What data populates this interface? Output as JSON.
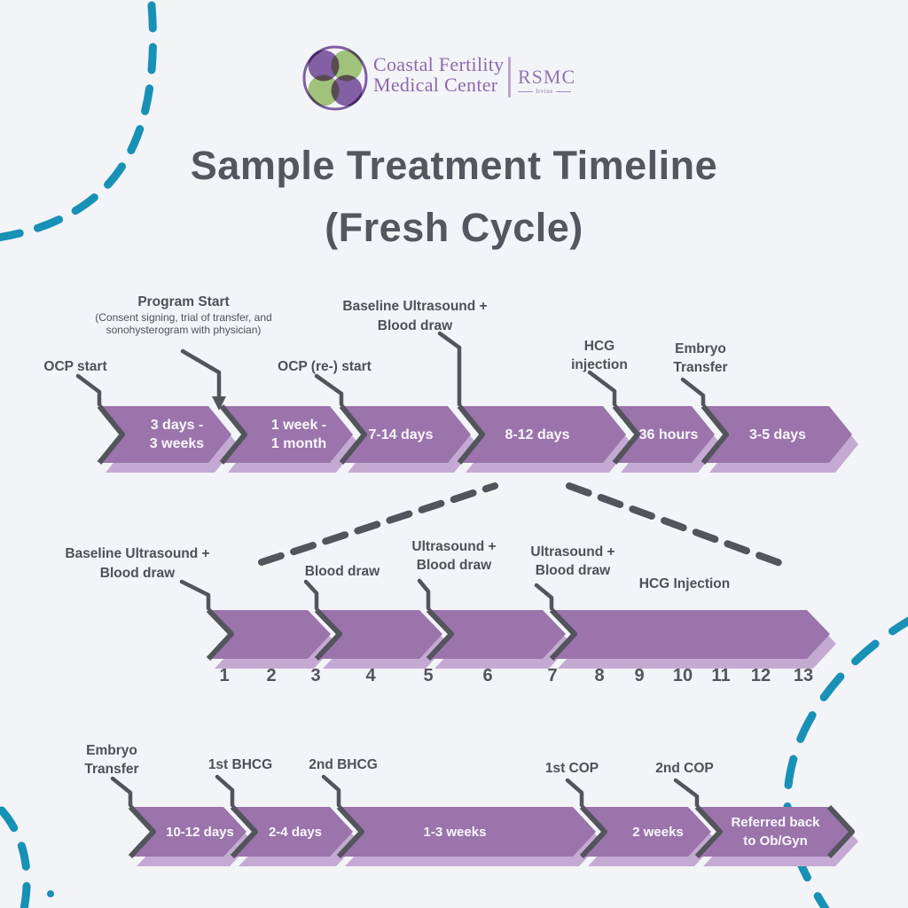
{
  "colors": {
    "background": "#f3f4f8",
    "arrow_purple": "#9b74ac",
    "arrow_shadow": "#c4aad3",
    "line_dark": "#53545c",
    "accent_teal": "#1791b5",
    "logo_purple": "#8b6aa8",
    "logo_green": "#a9cb7d",
    "text_dark": "#55565e",
    "text_white": "#faf7fc"
  },
  "logo": {
    "icon": "clover-flower-icon",
    "name_line1": "Coastal Fertility",
    "name_line2": "Medical Center",
    "brand": "RSMC",
    "brand_sub": "Irvine"
  },
  "title": {
    "line1": "Sample Treatment Timeline",
    "line2": "(Fresh Cycle)"
  },
  "row1": {
    "annotations": {
      "ocp_start": "OCP start",
      "program_start": "Program Start",
      "program_start_note1": "(Consent signing, trial of transfer, and",
      "program_start_note2": "sonohysterogram with physician)",
      "ocp_restart": "OCP (re-) start",
      "baseline_l1": "Baseline Ultrasound +",
      "baseline_l2": "Blood draw",
      "hcg_l1": "HCG",
      "hcg_l2": "injection",
      "embryo_l1": "Embryo",
      "embryo_l2": "Transfer"
    },
    "segments": [
      {
        "lines": [
          "3 days -",
          "3 weeks"
        ]
      },
      {
        "lines": [
          "1 week -",
          "1 month"
        ]
      },
      {
        "lines": [
          "7-14 days"
        ]
      },
      {
        "lines": [
          "8-12 days"
        ]
      },
      {
        "lines": [
          "36 hours"
        ]
      },
      {
        "lines": [
          "3-5 days"
        ]
      }
    ]
  },
  "row2": {
    "annotations": {
      "baseline_l1": "Baseline Ultrasound +",
      "baseline_l2": "Blood draw",
      "blood_draw": "Blood draw",
      "us_bd1_l1": "Ultrasound +",
      "us_bd1_l2": "Blood draw",
      "us_bd2_l1": "Ultrasound +",
      "us_bd2_l2": "Blood draw",
      "hcg_injection": "HCG Injection"
    },
    "days": [
      "1",
      "2",
      "3",
      "4",
      "5",
      "6",
      "7",
      "8",
      "9",
      "10",
      "11",
      "12",
      "13"
    ]
  },
  "row3": {
    "annotations": {
      "embryo_l1": "Embryo",
      "embryo_l2": "Transfer",
      "bhcg1": "1st BHCG",
      "bhcg2": "2nd BHCG",
      "cop1": "1st COP",
      "cop2": "2nd COP"
    },
    "segments": [
      {
        "lines": [
          "10-12 days"
        ]
      },
      {
        "lines": [
          "2-4 days"
        ]
      },
      {
        "lines": [
          "1-3 weeks"
        ]
      },
      {
        "lines": [
          "2 weeks"
        ]
      },
      {
        "lines": [
          "Referred back",
          "to Ob/Gyn"
        ]
      }
    ]
  }
}
